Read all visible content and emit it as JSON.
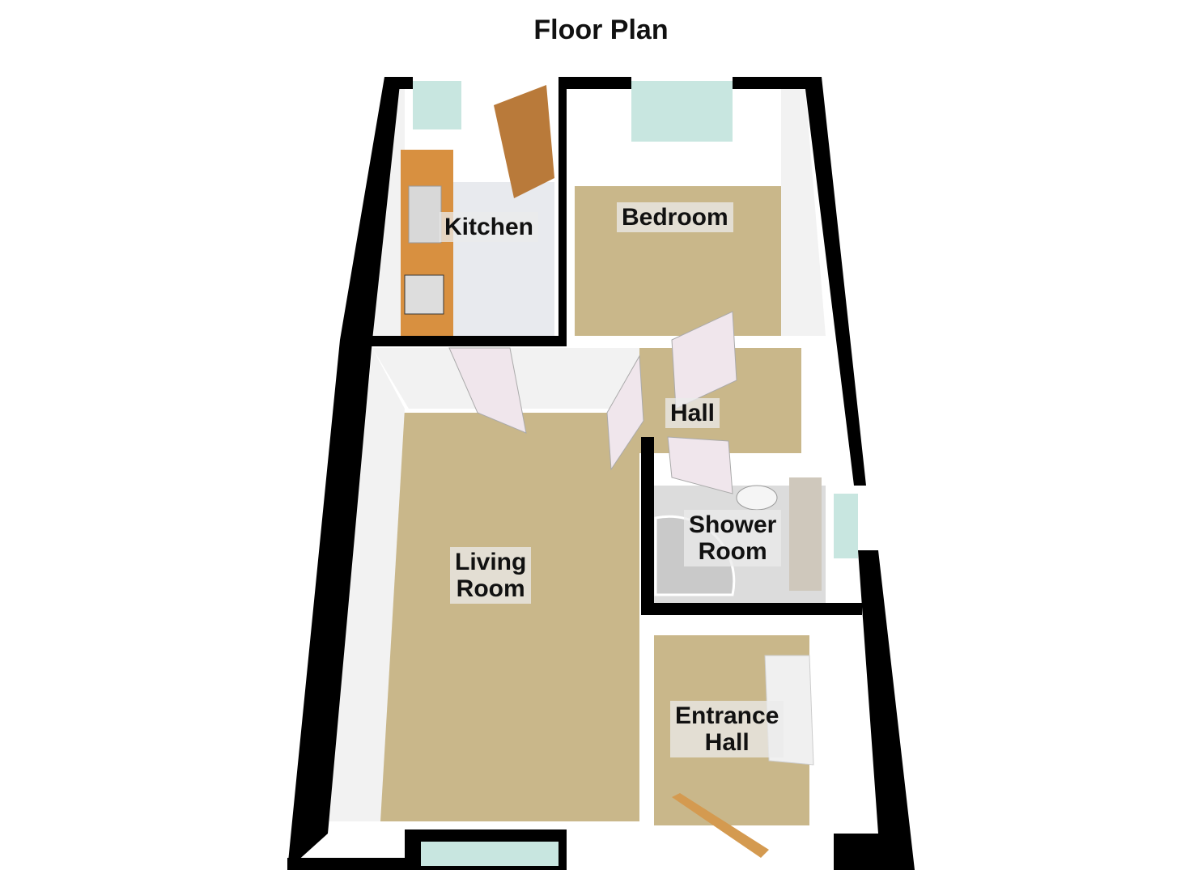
{
  "title": "Floor Plan",
  "rooms": {
    "kitchen": "Kitchen",
    "bedroom": "Bedroom",
    "hall": "Hall",
    "shower_room_line1": "Shower",
    "shower_room_line2": "Room",
    "living_room_line1": "Living",
    "living_room_line2": "Room",
    "entrance_hall_line1": "Entrance",
    "entrance_hall_line2": "Hall"
  },
  "colors": {
    "wall": "#000000",
    "wall_face": "#f2f2f2",
    "carpet": "#c9b78a",
    "kitchen_floor": "#e8eaee",
    "shower_floor": "#dcdcdc",
    "worktop": "#d89040",
    "door": "#b97a3a",
    "window": "#c8e6e0"
  }
}
